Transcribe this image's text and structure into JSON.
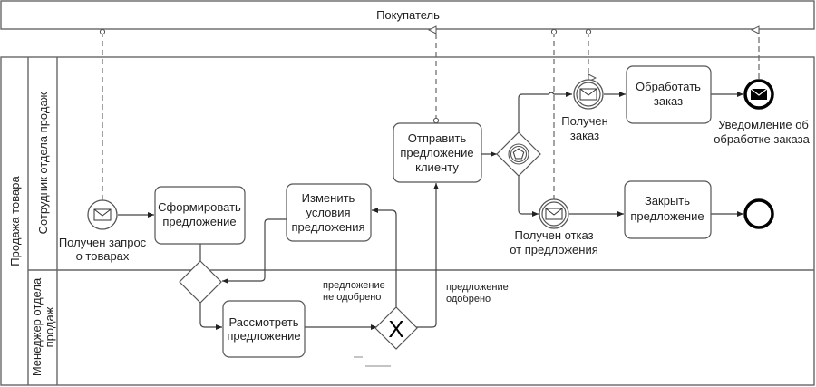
{
  "pool_external": {
    "label": "Покупатель"
  },
  "pool_process": {
    "label": "Продажа  товара"
  },
  "lanes": [
    {
      "label": "Сотрудник отдела продаж"
    },
    {
      "label_line1": "Менеджер отдела",
      "label_line2": "продаж"
    }
  ],
  "events": {
    "start_request": {
      "type": "message-start",
      "label_line1": "Получен запрос",
      "label_line2": "о товарах"
    },
    "received_order": {
      "type": "message-intermediate",
      "label_line1": "Получен",
      "label_line2": "заказ"
    },
    "received_refusal": {
      "type": "message-intermediate",
      "label_line1": "Получен отказ",
      "label_line2": "от предложения"
    },
    "end_notification": {
      "type": "message-end",
      "label_line1": "Уведомление об",
      "label_line2": "обработке заказа"
    },
    "end_plain": {
      "type": "end"
    }
  },
  "tasks": {
    "form_offer": {
      "line1": "Сформировать",
      "line2": "предложение"
    },
    "change_terms": {
      "line1": "Изменить",
      "line2": "условия",
      "line3": "предложения"
    },
    "send_offer": {
      "line1": "Отправить",
      "line2": "предложение",
      "line3": "клиенту"
    },
    "process_order": {
      "line1": "Обработать",
      "line2": "заказ"
    },
    "close_offer": {
      "line1": "Закрыть",
      "line2": "предложение"
    },
    "review_offer": {
      "line1": "Рассмотреть",
      "line2": "предложение"
    }
  },
  "gateways": {
    "merge": {
      "type": "exclusive-merge"
    },
    "decision": {
      "type": "exclusive",
      "marker": "X"
    },
    "event_based": {
      "type": "event-based"
    }
  },
  "flow_labels": {
    "not_approved_line1": "предложение",
    "not_approved_line2": "не одобрено",
    "approved_line1": "предложение",
    "approved_line2": "одобрено"
  }
}
